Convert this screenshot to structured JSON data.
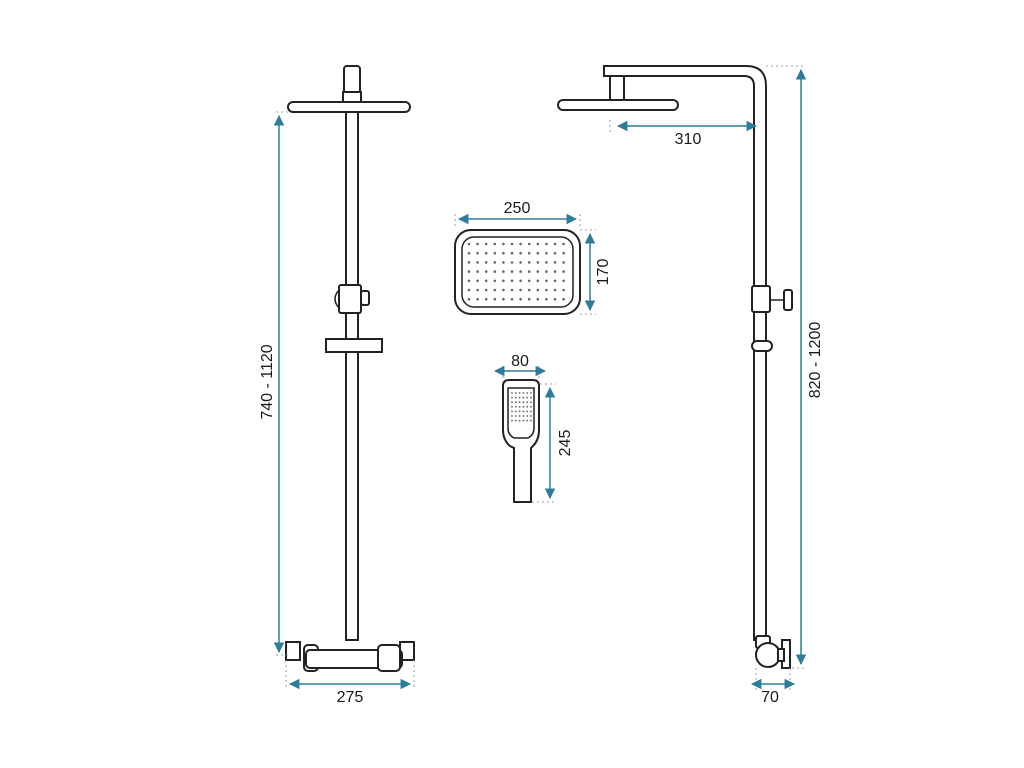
{
  "dimensions": {
    "height_front": "740 - 1120",
    "width_mixer": "275",
    "height_side": "820 - 1200",
    "arm_length": "310",
    "wall_depth": "70",
    "head_width": "250",
    "head_depth": "170",
    "hand_width": "80",
    "hand_length": "245"
  },
  "colors": {
    "dimension_line": "#2d7d9a",
    "outline": "#222222"
  }
}
